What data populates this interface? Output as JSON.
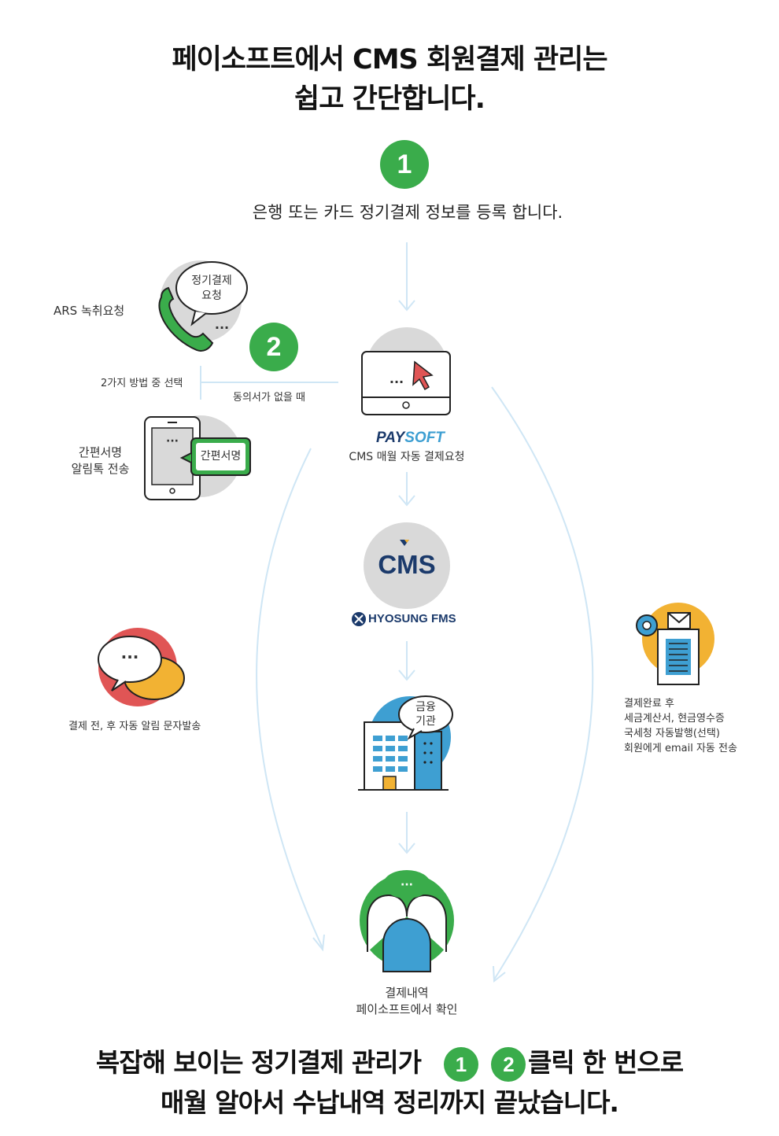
{
  "header": {
    "title_line1": "페이소프트에서 CMS 회원결제 관리는",
    "title_line2": "쉽고 간단합니다."
  },
  "step1": {
    "badge": "1",
    "text": "은행 또는 카드 정기결제 정보를 등록 합니다."
  },
  "step2": {
    "badge": "2"
  },
  "ars": {
    "label": "ARS 녹취요청",
    "bubble_line1": "정기결제",
    "bubble_line2": "요청",
    "dots": "···"
  },
  "choice": {
    "label": "2가지 방법 중 선택",
    "no_consent": "동의서가 없을 때"
  },
  "simple_sign": {
    "label_line1": "간편서명",
    "label_line2": "알림톡 전송",
    "bubble": "간편서명",
    "dots": "···"
  },
  "paysoft": {
    "logo_pay": "PAY",
    "logo_soft": "SOFT",
    "caption": "CMS 매월 자동 결제요청",
    "dots": "···"
  },
  "cms": {
    "logo": "CMS",
    "partner": "HYOSUNG FMS"
  },
  "bank": {
    "bubble_line1": "금융",
    "bubble_line2": "기관"
  },
  "sms": {
    "label": "결제 전, 후 자동 알림 문자발송",
    "dots": "···"
  },
  "receipt": {
    "line1": "결제완료 후",
    "line2": "세금계산서, 현금영수증",
    "line3": "국세청 자동발행(선택)",
    "line4": "회원에게 email 자동 전송"
  },
  "result": {
    "line1": "결제내역",
    "line2": "페이소프트에서 확인",
    "dots": "···"
  },
  "footer": {
    "line1_pre": "복잡해 보이는 정기결제 관리가",
    "badge1": "1",
    "badge2": "2",
    "line1_post": "클릭 한 번으로",
    "line2": "매월 알아서 수납내역 정리까지 끝났습니다."
  },
  "colors": {
    "green": "#3aac4b",
    "gray_circle": "#d9d9d9",
    "red": "#e05555",
    "yellow": "#f2b233",
    "blue": "#3e9fd2",
    "navy": "#1b3a6b",
    "arrow": "#cfe6f5"
  }
}
